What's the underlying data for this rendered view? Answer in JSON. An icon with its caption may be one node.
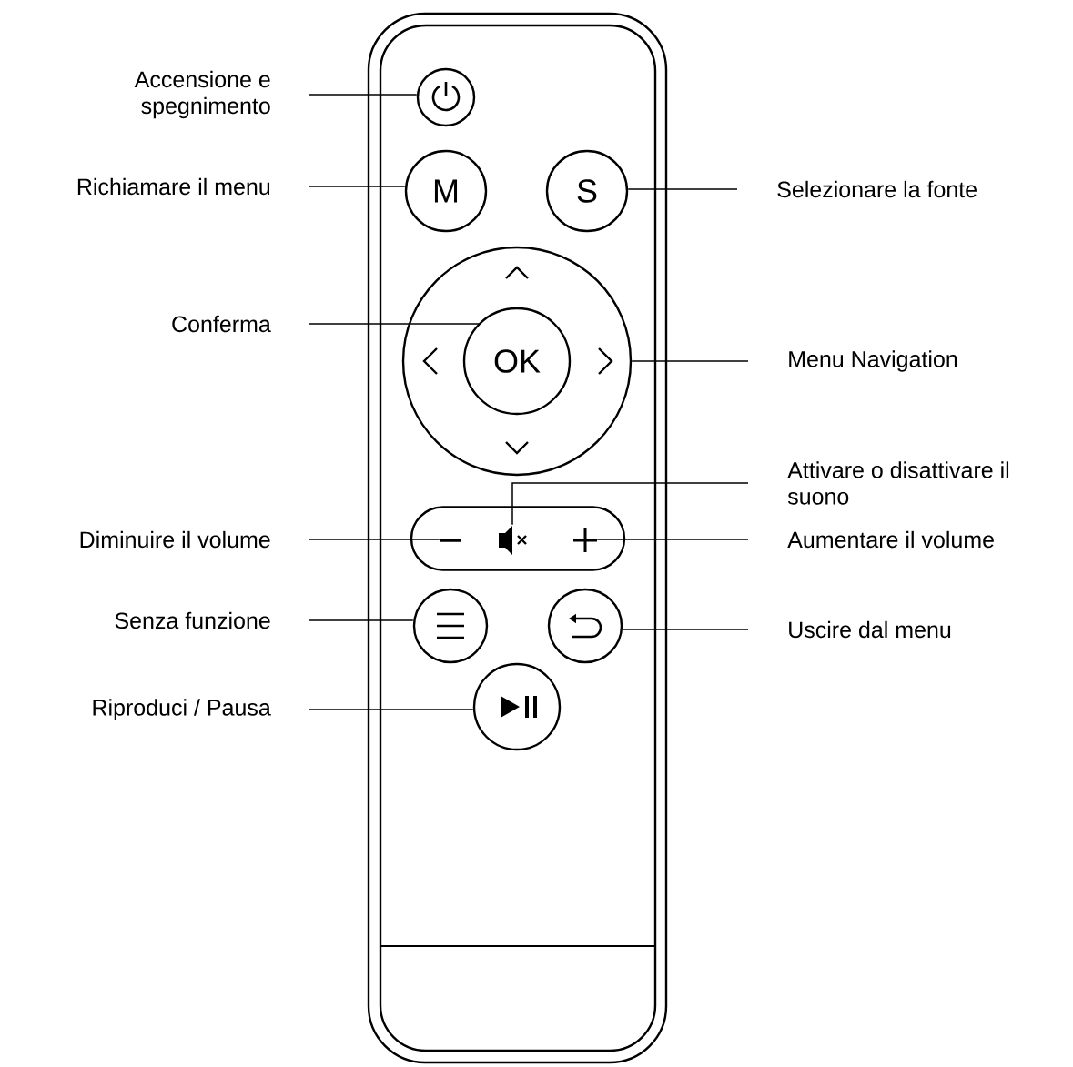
{
  "diagram": {
    "nodes": [
      {
        "text": [
          "Accensione e spegnimento"
        ]
      },
      {
        "text": [],
        "shape": "circle"
      },
      {
        "text": [
          "Richiamare il menu"
        ]
      },
      {
        "text": [
          "M"
        ]
      },
      {
        "text": [
          "S"
        ]
      },
      {
        "text": [
          "Selezionare la fonte"
        ]
      },
      {
        "text": [
          "Conferma"
        ]
      },
      {
        "text": [],
        "shape": "circle"
      },
      {
        "text": [
          "OK"
        ],
        "in": 7
      },
      {
        "text": [
          "Menu Navigation"
        ]
      },
      {
        "text": [
          "Attivare o disattivare il suono"
        ]
      },
      {
        "text": [
          "Diminuire il volume"
        ]
      },
      {
        "text": [],
        "shape": "bar"
      },
      {
        "text": [],
        "shape": "minus",
        "in": 12
      },
      {
        "text": [],
        "shape": "speaker",
        "in": 12
      },
      {
        "text": [],
        "shape": "plus",
        "in": 12
      },
      {
        "text": [
          "Aumentare il volume"
        ]
      },
      {
        "text": [
          "Senza funzione"
        ]
      },
      {
        "text": [],
        "shape": "circle"
      },
      {
        "text": [],
        "shape": "circle"
      },
      {
        "text": [
          "Uscire dal menu"
        ]
      },
      {
        "text": [
          "Riproduci / Pausa"
        ]
      },
      {
        "text": [],
        "shape": "circle"
      }
    ],
    "edges": [
      {
        "from": 0,
        "to": 1,
        "arrow": "none"
      },
      {
        "from": 2,
        "to": 3,
        "arrow": "none"
      },
      {
        "from": 5,
        "to": 4,
        "arrow": "none"
      },
      {
        "from": 6,
        "to": 8,
        "arrow": "none"
      },
      {
        "from": 9,
        "to": 7,
        "arrow": "none"
      },
      {
        "from": 10,
        "to": 14,
        "arrow": "none"
      },
      {
        "from": 11,
        "to": 13,
        "arrow": "none"
      },
      {
        "from": 16,
        "to": 15,
        "arrow": "none"
      },
      {
        "from": 17,
        "to": 18,
        "arrow": "none"
      },
      {
        "from": 20,
        "to": 19,
        "arrow": "none"
      },
      {
        "from": 21,
        "to": 22,
        "arrow": "none"
      }
    ]
  }
}
